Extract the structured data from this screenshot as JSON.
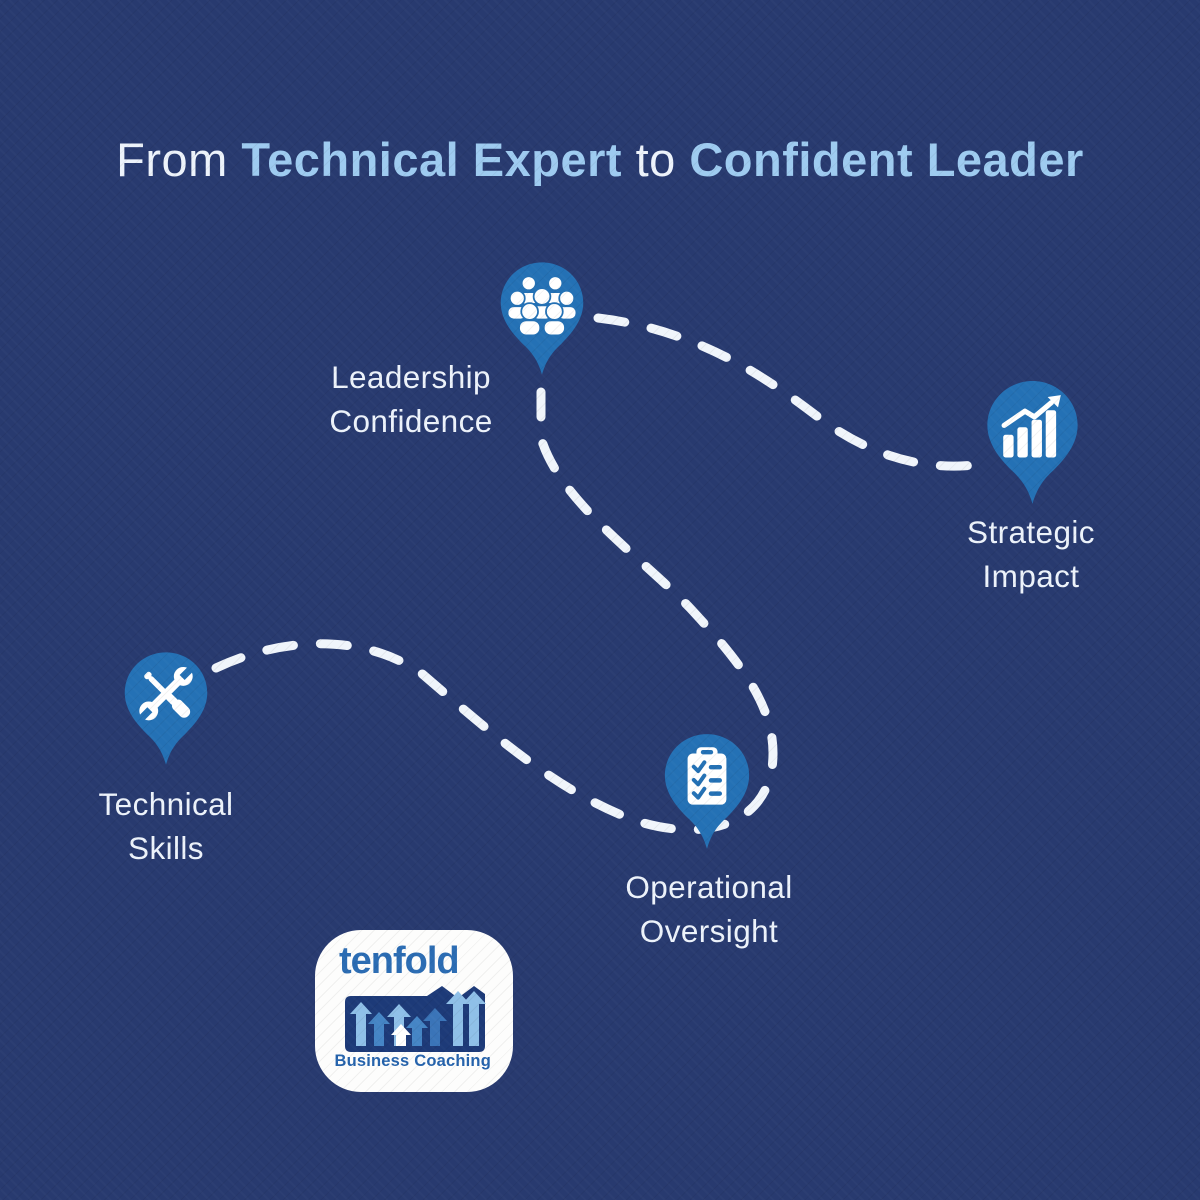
{
  "title": {
    "part1": "From ",
    "part2": "Technical Expert",
    "part3": " to ",
    "part4": "Confident Leader"
  },
  "milestones": [
    {
      "id": "technical-skills",
      "icon": "tools-icon",
      "lines": [
        "Technical",
        "Skills"
      ]
    },
    {
      "id": "operational-oversight",
      "icon": "checklist-icon",
      "lines": [
        "Operational",
        "Oversight"
      ]
    },
    {
      "id": "leadership-confidence",
      "icon": "team-icon",
      "lines": [
        "Leadership",
        "Confidence"
      ]
    },
    {
      "id": "strategic-impact",
      "icon": "growth-chart-icon",
      "lines": [
        "Strategic",
        "Impact"
      ]
    }
  ],
  "logo": {
    "brand": "tenfold",
    "tagline": "Business Coaching"
  },
  "colors": {
    "background": "#283a6f",
    "pin": "#2471b5",
    "highlight": "#9ecbf0",
    "text": "#edf3fb",
    "path": "#f0f5fb",
    "logo_navy": "#1d3a78",
    "logo_blue": "#2b6cb3",
    "arrow_light": "#8fc0e8",
    "arrow_mid": "#4585c5",
    "arrow_dark": "#3a74b8"
  }
}
